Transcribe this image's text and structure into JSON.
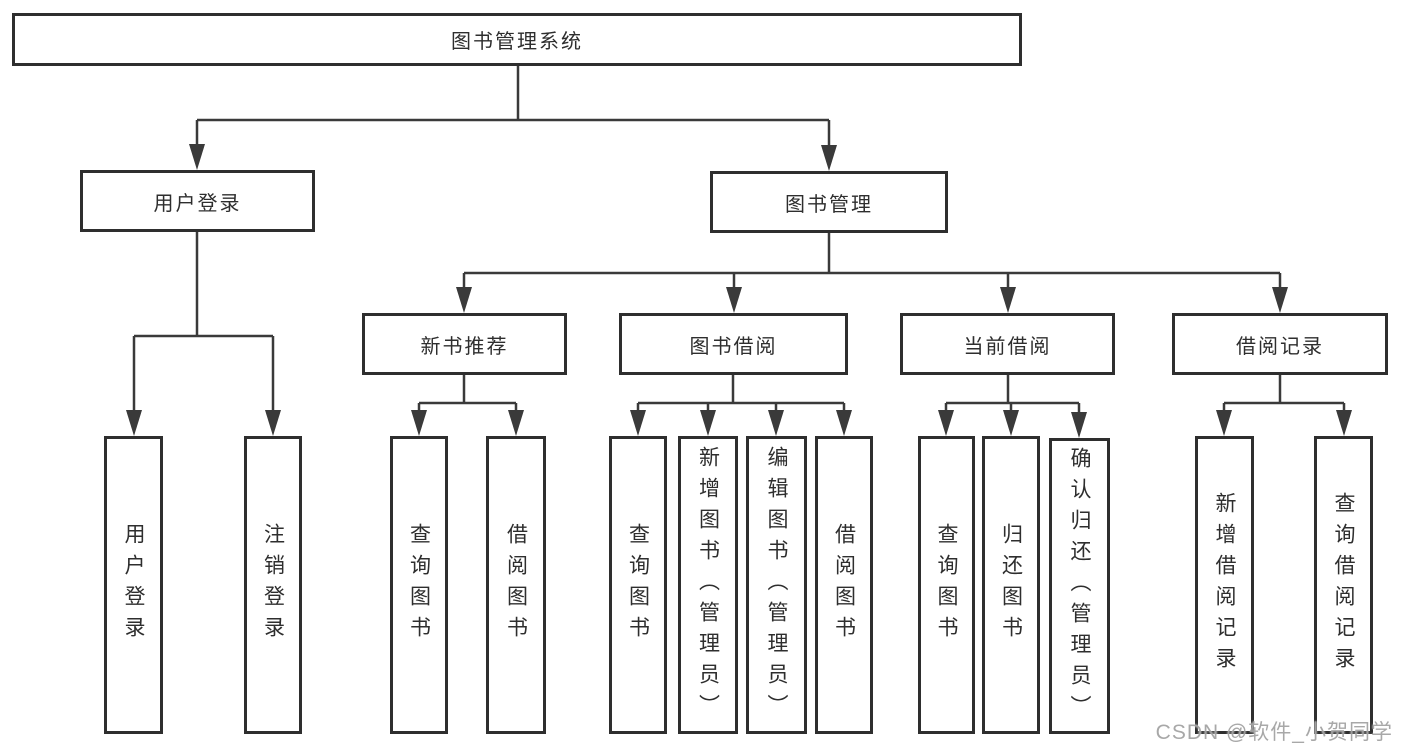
{
  "diagram": {
    "title": "图书管理系统",
    "tree": {
      "label": "图书管理系统",
      "children": [
        {
          "label": "用户登录",
          "children": [
            {
              "label": "用户登录"
            },
            {
              "label": "注销登录"
            }
          ]
        },
        {
          "label": "图书管理",
          "children": [
            {
              "label": "新书推荐",
              "children": [
                {
                  "label": "查询图书"
                },
                {
                  "label": "借阅图书"
                }
              ]
            },
            {
              "label": "图书借阅",
              "children": [
                {
                  "label": "查询图书"
                },
                {
                  "label": "新增图书（管理员）"
                },
                {
                  "label": "编辑图书（管理员）"
                },
                {
                  "label": "借阅图书"
                }
              ]
            },
            {
              "label": "当前借阅",
              "children": [
                {
                  "label": "查询图书"
                },
                {
                  "label": "归还图书"
                },
                {
                  "label": "确认归还（管理员）"
                }
              ]
            },
            {
              "label": "借阅记录",
              "children": [
                {
                  "label": "新增借阅记录"
                },
                {
                  "label": "查询借阅记录"
                }
              ]
            }
          ]
        }
      ]
    }
  },
  "watermark": {
    "text": "CSDN @软件_小贺同学"
  },
  "colors": {
    "background": "#ffffff",
    "line": "#3a3a3a",
    "box_border": "#2e2e2e",
    "text": "#2e2e2e",
    "watermark": "#9e9e9e"
  }
}
